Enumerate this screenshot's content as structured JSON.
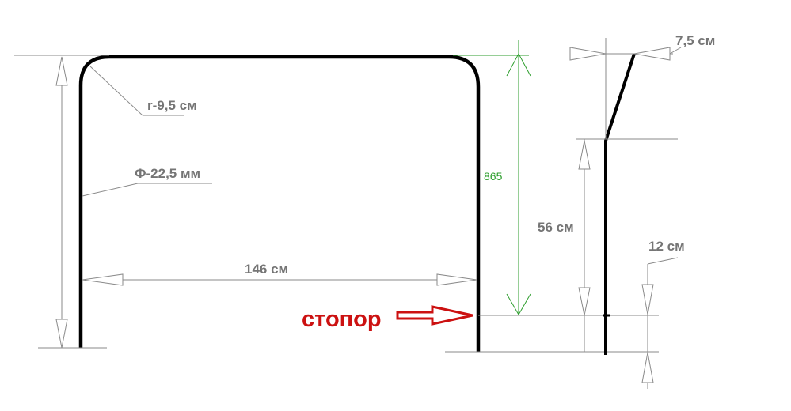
{
  "diagram": {
    "labels": {
      "radius": "r-9,5 см",
      "diameter": "Ф-22,5 мм",
      "width": "146 см",
      "height_green": "865",
      "offset": "7,5 см",
      "upper_height": "56 см",
      "lower_height": "12 см",
      "stopper": "стопор"
    },
    "colors": {
      "frame": "#000000",
      "dimension": "#8a8a8a",
      "green_dimension": "#2e9e2e",
      "label_gray": "#757575",
      "stopper": "#cc1111"
    }
  }
}
